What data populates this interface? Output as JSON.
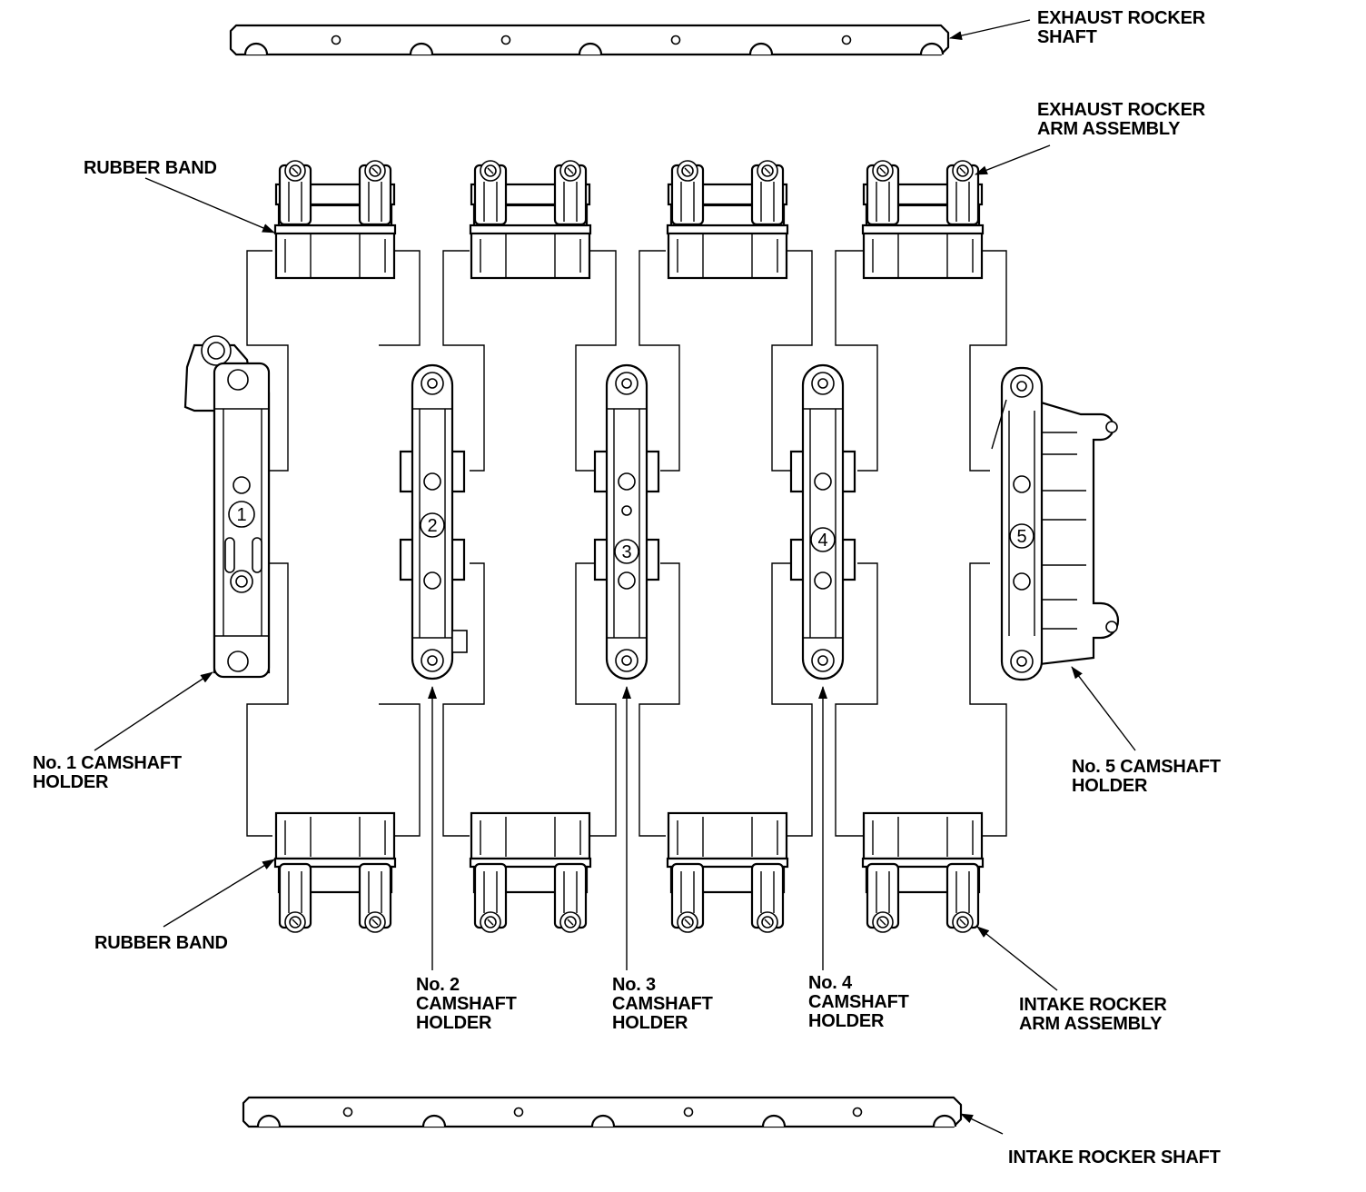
{
  "labels": {
    "exhaust_rocker_shaft_1": "EXHAUST ROCKER",
    "exhaust_rocker_shaft_2": "SHAFT",
    "exhaust_arm_assembly_1": "EXHAUST ROCKER",
    "exhaust_arm_assembly_2": "ARM ASSEMBLY",
    "rubber_band_top": "RUBBER BAND",
    "rubber_band_bottom": "RUBBER BAND",
    "holder1_1": "No. 1 CAMSHAFT",
    "holder1_2": "HOLDER",
    "holder5_1": "No. 5 CAMSHAFT",
    "holder5_2": "HOLDER",
    "holder2_1": "No. 2",
    "holder2_2": "CAMSHAFT",
    "holder2_3": "HOLDER",
    "holder3_1": "No. 3",
    "holder3_2": "CAMSHAFT",
    "holder3_3": "HOLDER",
    "holder4_1": "No. 4",
    "holder4_2": "CAMSHAFT",
    "holder4_3": "HOLDER",
    "intake_arm_assembly_1": "INTAKE ROCKER",
    "intake_arm_assembly_2": "ARM ASSEMBLY",
    "intake_rocker_shaft": "INTAKE ROCKER SHAFT"
  },
  "holder_numbers": [
    "1",
    "2",
    "3",
    "4",
    "5"
  ]
}
